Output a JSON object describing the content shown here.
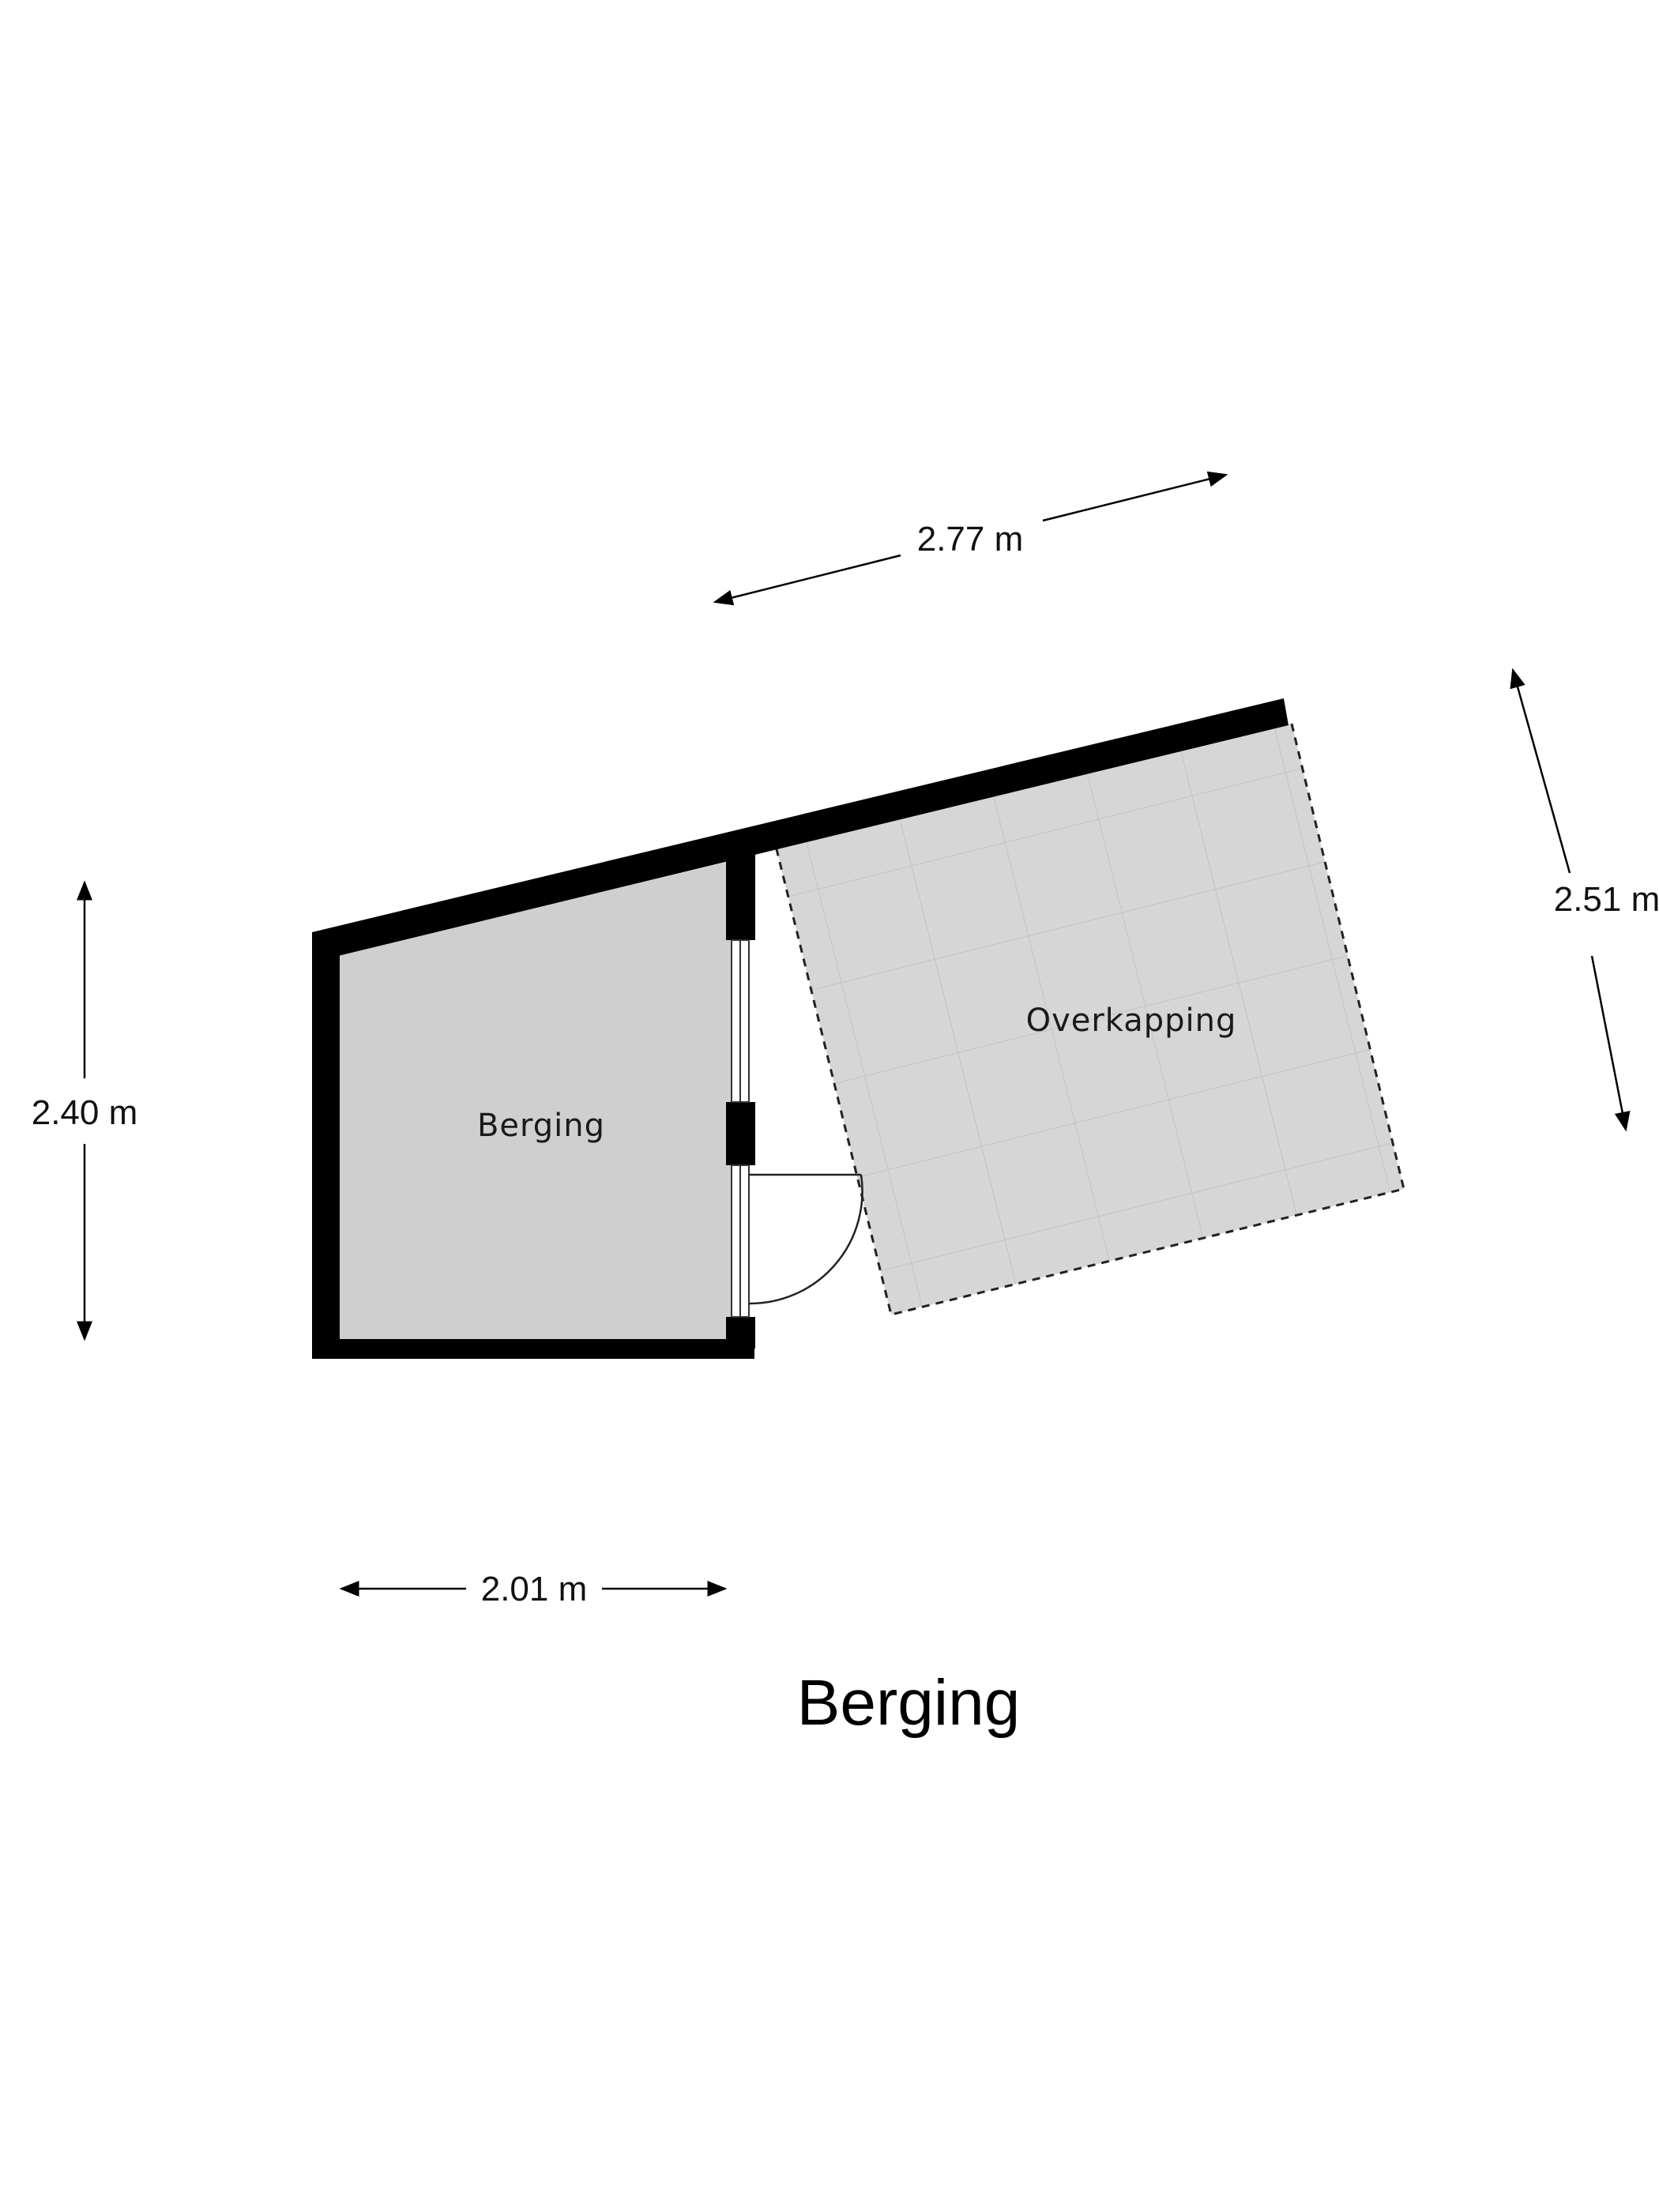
{
  "plan": {
    "title": "Berging",
    "rooms": {
      "berging": {
        "label": "Berging"
      },
      "overkapping": {
        "label": "Overkapping"
      }
    },
    "dimensions": {
      "top_width": "2.77 m",
      "right_depth": "2.51 m",
      "left_height": "2.40 m",
      "bottom_width": "2.01 m"
    }
  },
  "colors": {
    "wall": "#000000",
    "room_fill": "#cfcfcf",
    "covered_fill": "#d6d6d6",
    "tile_line": "#c4c4c4",
    "background": "#ffffff"
  }
}
